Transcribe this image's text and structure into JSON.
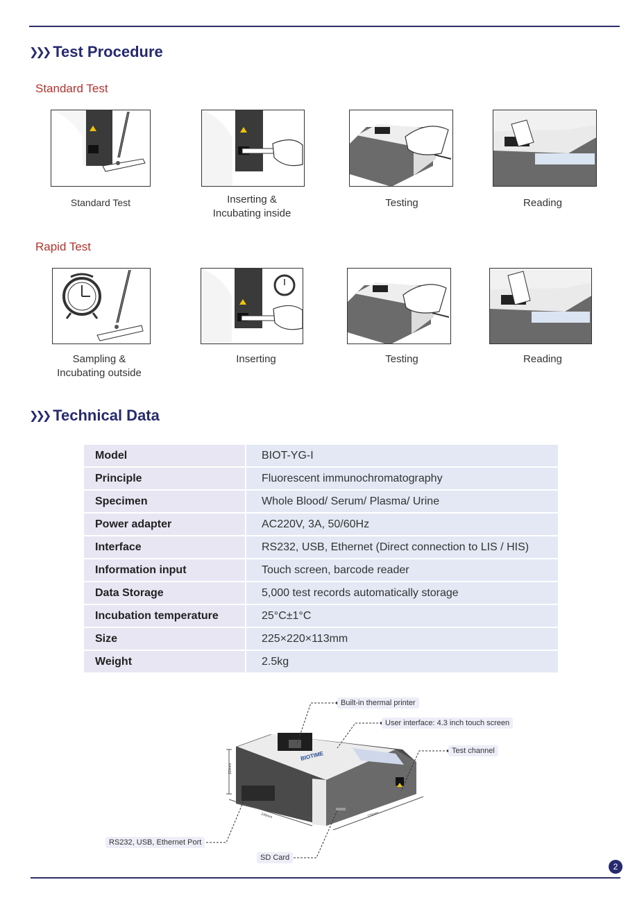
{
  "test_procedure": {
    "title": "Test Procedure",
    "standard": {
      "heading": "Standard Test",
      "steps": [
        {
          "caption": "Standard Test"
        },
        {
          "caption": "Inserting &\nIncubating inside"
        },
        {
          "caption": "Testing"
        },
        {
          "caption": "Reading"
        }
      ]
    },
    "rapid": {
      "heading": "Rapid Test",
      "steps": [
        {
          "caption": "Sampling  &\nIncubating outside"
        },
        {
          "caption": "Inserting"
        },
        {
          "caption": "Testing"
        },
        {
          "caption": "Reading"
        }
      ]
    }
  },
  "technical_data": {
    "title": "Technical Data",
    "rows": [
      {
        "key": "Model",
        "value": "BIOT-YG-I"
      },
      {
        "key": "Principle",
        "value": "Fluorescent immunochromatography"
      },
      {
        "key": "Specimen",
        "value": "Whole Blood/ Serum/ Plasma/ Urine"
      },
      {
        "key": "Power adapter",
        "value": "AC220V, 3A, 50/60Hz"
      },
      {
        "key": "Interface",
        "value": "RS232, USB, Ethernet (Direct connection to LIS / HIS)"
      },
      {
        "key": "Information input",
        "value": "Touch screen, barcode reader"
      },
      {
        "key": "Data Storage",
        "value": "5,000 test records automatically storage"
      },
      {
        "key": "Incubation temperature",
        "value": "25°C±1°C"
      },
      {
        "key": "Size",
        "value": "225×220×113mm"
      },
      {
        "key": "Weight",
        "value": "2.5kg"
      }
    ]
  },
  "diagram": {
    "callouts": {
      "printer": "Built-in thermal printer",
      "ui": "User interface: 4.3 inch touch screen",
      "channel": "Test channel",
      "ports": "RS232, USB, Ethernet Port",
      "sd": "SD Card"
    },
    "dimension_labels": {
      "height": "110mm",
      "width": "240mm",
      "depth": "270mm"
    },
    "brand": "BIOTIME"
  },
  "page_number": "2",
  "colors": {
    "navy": "#262a6e",
    "red": "#b2332e",
    "table_key": "#e8e6f3",
    "table_val": "#e3e8f4"
  }
}
